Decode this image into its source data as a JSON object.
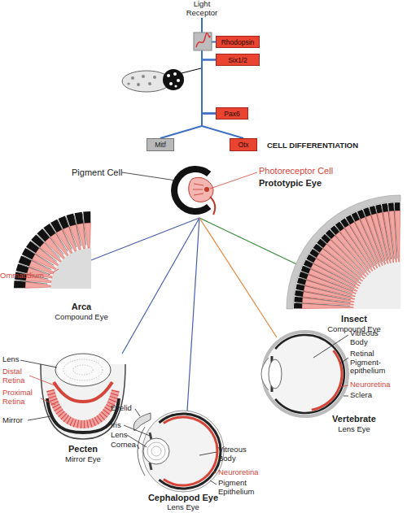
{
  "diagram": {
    "nodes": [
      {
        "text": [
          "Rhodopsin"
        ]
      },
      {
        "text": [
          "Six1/2"
        ]
      },
      {
        "text": [
          "Pax6"
        ]
      },
      {
        "text": [
          "Mitf"
        ]
      },
      {
        "text": [
          "Otx"
        ]
      }
    ],
    "edges": [
      {
        "from": 0,
        "to": 1,
        "arrow": "none"
      },
      {
        "from": 1,
        "to": 2,
        "arrow": "none"
      },
      {
        "from": 2,
        "to": 3,
        "arrow": "none"
      },
      {
        "from": 2,
        "to": 4,
        "arrow": "none"
      }
    ],
    "labels": [
      "Light Receptor",
      "CELL DIFFERENTIATION",
      "Pigment Cell",
      "Photoreceptor Cell",
      "Prototypic Eye",
      "Ommatidium",
      "Arca",
      "Compound Eye",
      "Insect",
      "Compound Eye",
      "Lens",
      "Distal Retina",
      "Proximal Retina",
      "Mirror",
      "Pecten",
      "Mirror Eye",
      "Eyelid",
      "Iris",
      "Lens",
      "Cornea",
      "Vitreous Body",
      "Neuroretina",
      "Pigment Epithelium",
      "Cephalopod Eye",
      "Lens Eye",
      "Vitreous Body",
      "Retinal Pigment-epithelium",
      "Neuroretina",
      "Sclera",
      "Vertebrate",
      "Lens Eye"
    ]
  }
}
